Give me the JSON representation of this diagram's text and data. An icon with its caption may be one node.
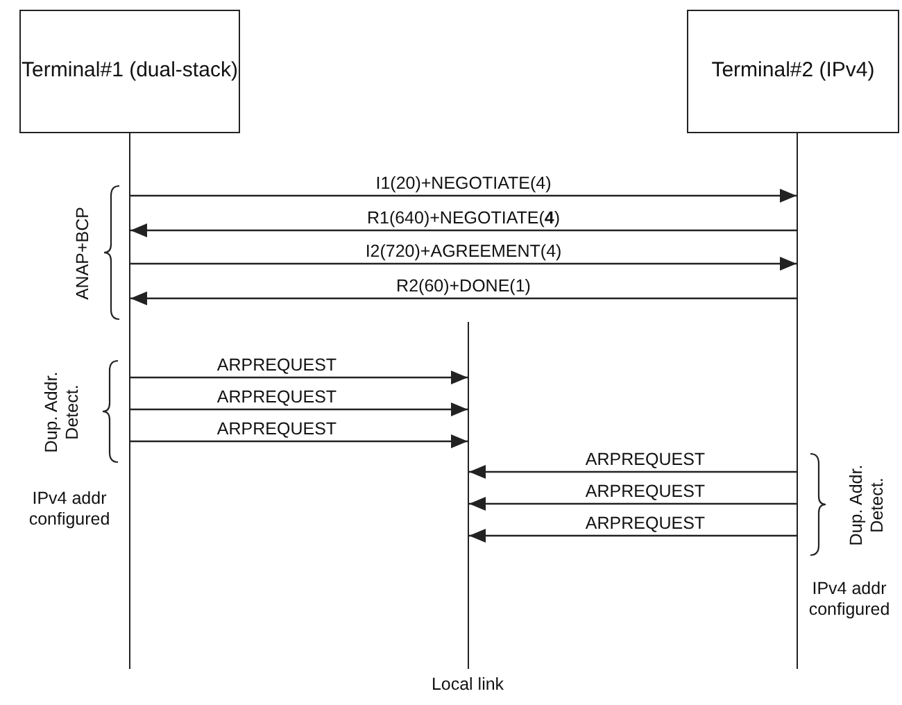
{
  "diagram": {
    "nodes": [
      {
        "text": [
          "Terminal#1 (dual-stack)"
        ]
      },
      {
        "text": [
          "Terminal#2 (IPv4)"
        ]
      },
      {
        "text": [],
        "shape": "bar"
      },
      {
        "text": [],
        "shape": "bar"
      },
      {
        "text": [],
        "shape": "bar",
        "beside": [
          "Local link"
        ]
      }
    ],
    "edges": [
      {
        "from": 2,
        "to": 3,
        "arrow": "to",
        "label": "I1(20)+NEGOTIATE(4)"
      },
      {
        "from": 3,
        "to": 2,
        "arrow": "to",
        "label": "R1(640)+NEGOTIATE(**4**)"
      },
      {
        "from": 2,
        "to": 3,
        "arrow": "to",
        "label": "I2(720)+AGREEMENT(4)"
      },
      {
        "from": 3,
        "to": 2,
        "arrow": "to",
        "label": "R2(60)+DONE(1)"
      },
      {
        "from": 2,
        "to": 4,
        "arrow": "to",
        "label": "ARPREQUEST"
      },
      {
        "from": 2,
        "to": 4,
        "arrow": "to",
        "label": "ARPREQUEST"
      },
      {
        "from": 2,
        "to": 4,
        "arrow": "to",
        "label": "ARPREQUEST"
      },
      {
        "from": 3,
        "to": 4,
        "arrow": "to",
        "label": "ARPREQUEST"
      },
      {
        "from": 3,
        "to": 4,
        "arrow": "to",
        "label": "ARPREQUEST"
      },
      {
        "from": 3,
        "to": 4,
        "arrow": "to",
        "label": "ARPREQUEST"
      }
    ],
    "labels": [
      "ANAP+BCP",
      "Dup. Addr. Detect.",
      "IPv4 addr configured",
      "Dup. Addr. Detect.",
      "IPv4 addr configured"
    ]
  }
}
